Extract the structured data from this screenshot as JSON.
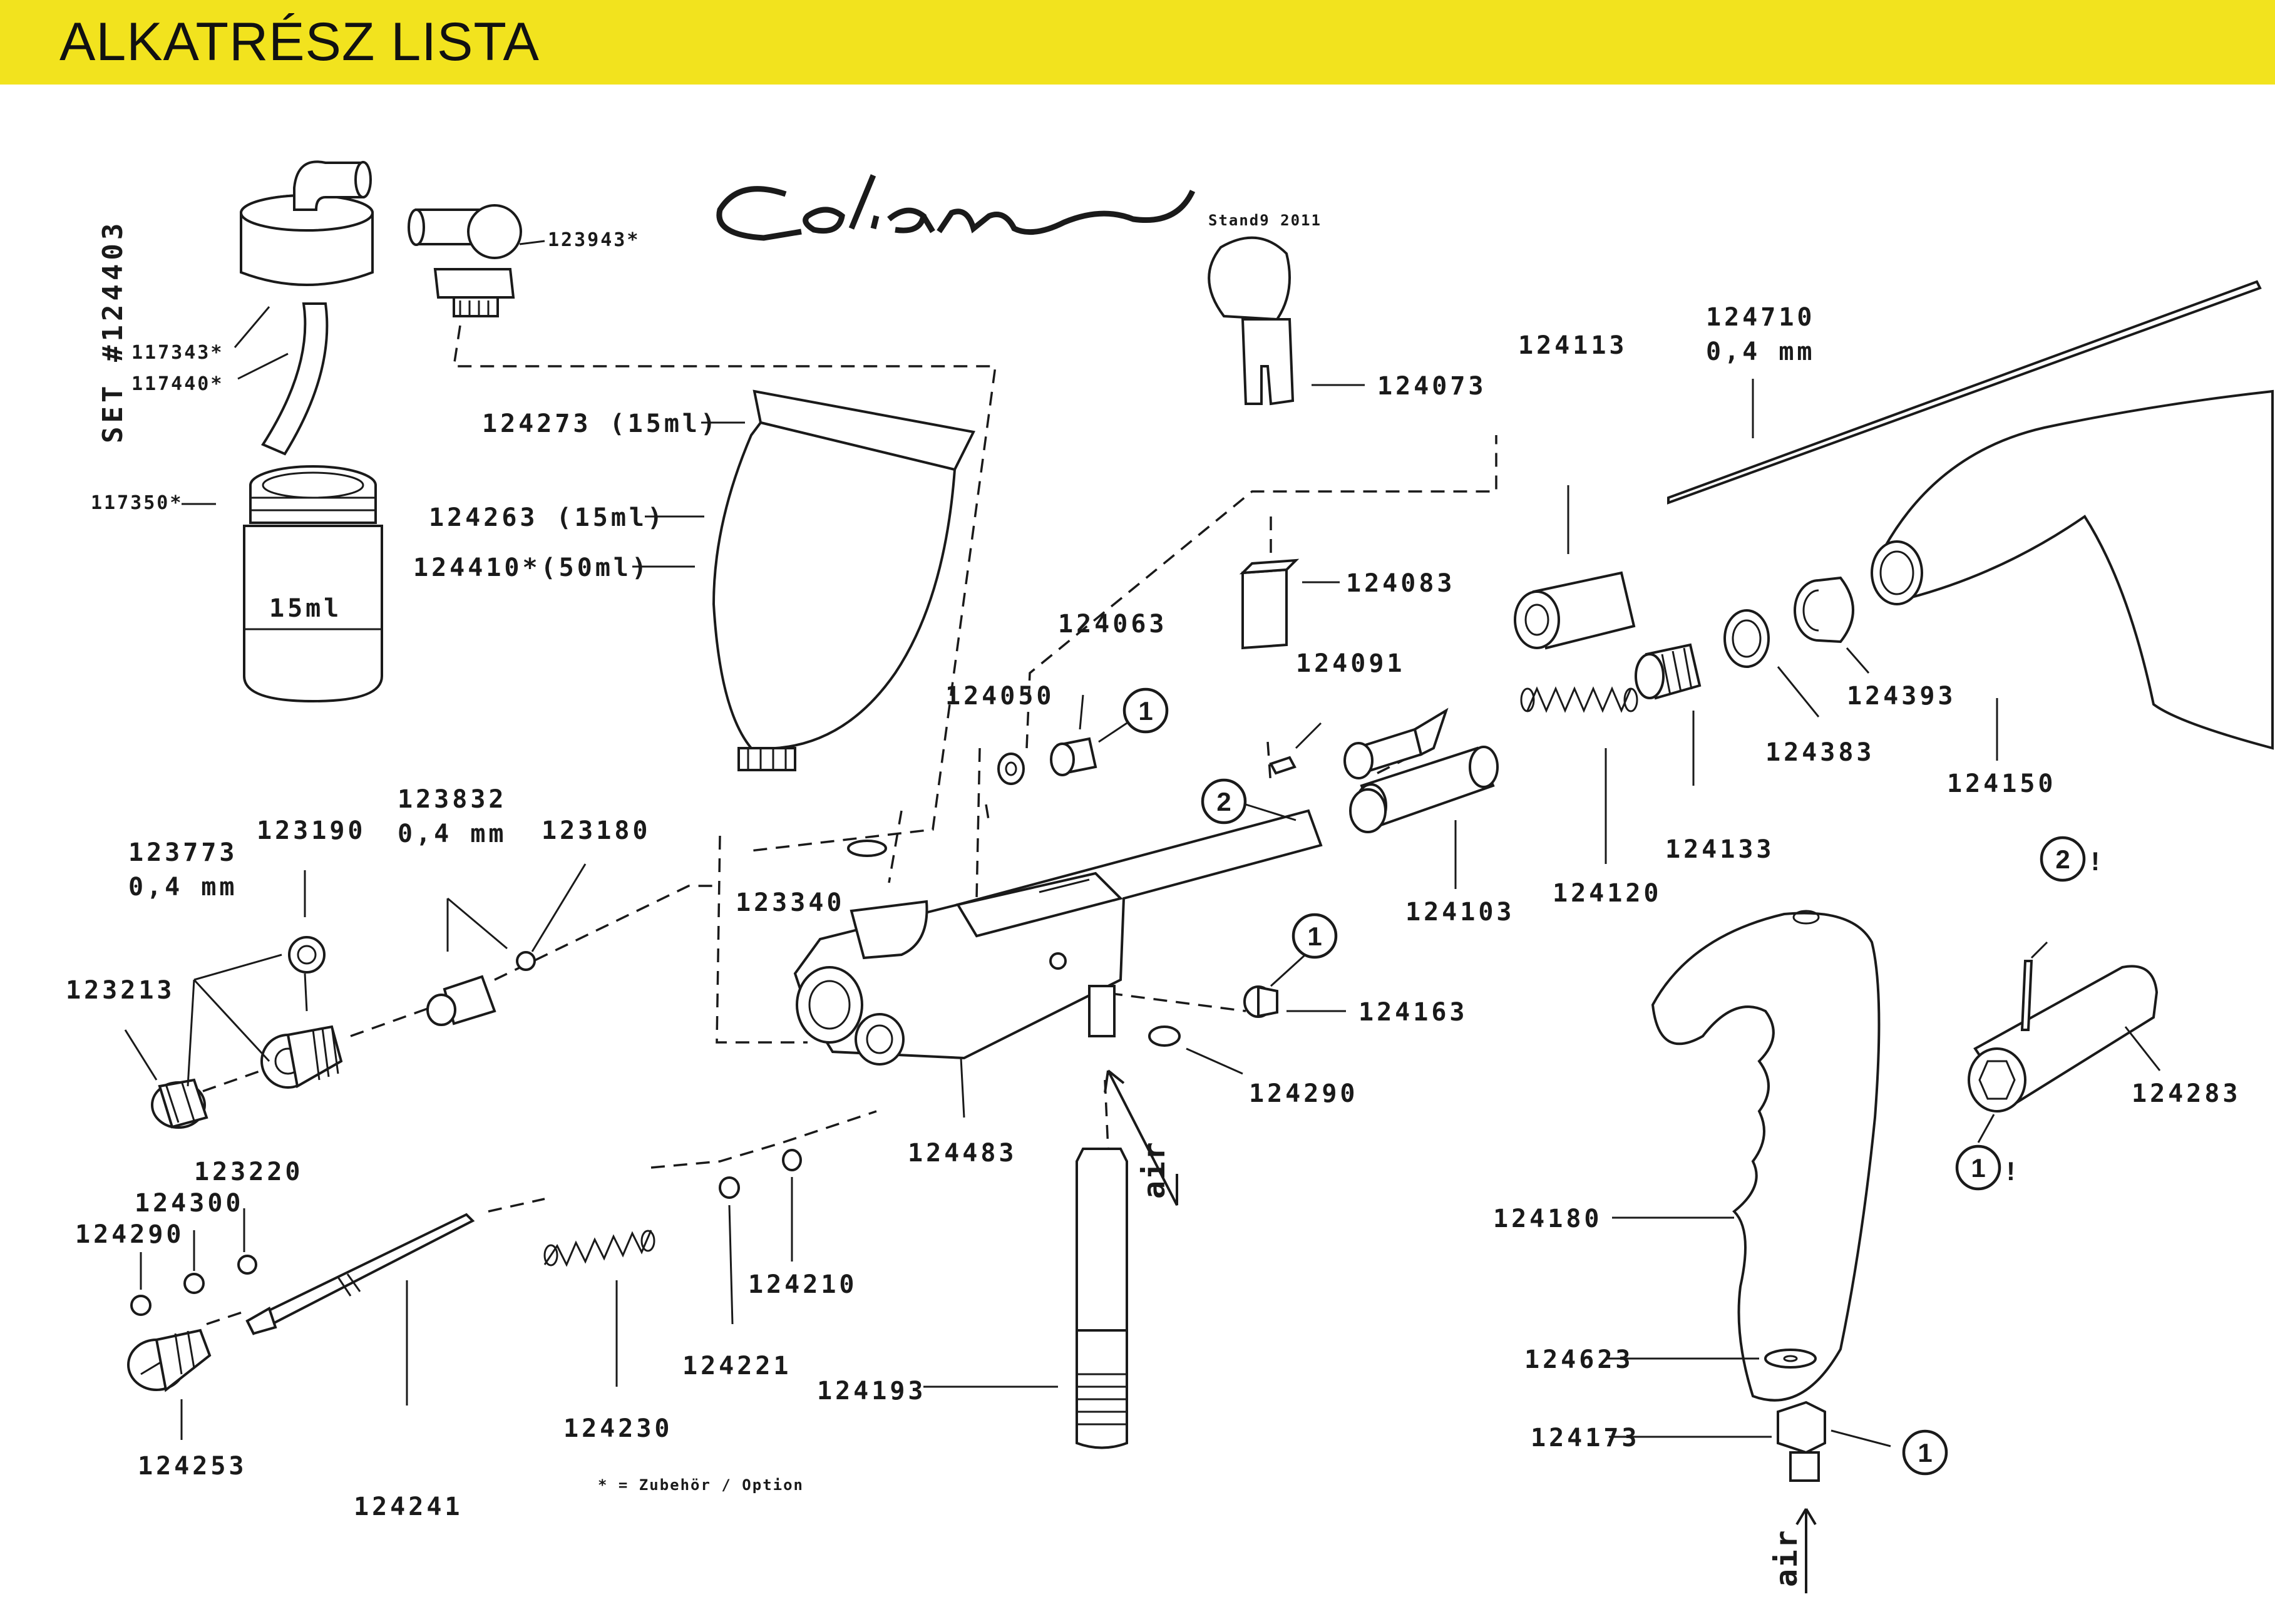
{
  "header": {
    "title": "ALKATRÉSZ LISTA"
  },
  "brand": {
    "logo": "Colani",
    "stand": "Stand9 2011"
  },
  "set_label": "SET #124403",
  "footnote": "* = Zubehör / Option",
  "air_label": "air",
  "jar_label": "15ml",
  "callout": {
    "one": "1",
    "two": "2",
    "excl": "!"
  },
  "parts": {
    "p123943": "123943*",
    "p117343": "117343*",
    "p117440": "117440*",
    "p117350": "117350*",
    "p124273": "124273 (15ml)",
    "p124263": "124263 (15ml)",
    "p124410": "124410*(50ml)",
    "p124073": "124073",
    "p124083": "124083",
    "p124113": "124113",
    "p124710a": "124710",
    "p124710b": "0,4 mm",
    "p124063": "124063",
    "p124050": "124050",
    "p124091": "124091",
    "p124393": "124393",
    "p124383": "124383",
    "p124150": "124150",
    "p124133": "124133",
    "p124120": "124120",
    "p124103": "124103",
    "p123773a": "123773",
    "p123773b": "0,4 mm",
    "p123190": "123190",
    "p123832a": "123832",
    "p123832b": "0,4 mm",
    "p123180": "123180",
    "p123340": "123340",
    "p123213": "123213",
    "p124163": "124163",
    "p124290": "124290",
    "p124483": "124483",
    "p124210": "124210",
    "p124221": "124221",
    "p124230": "124230",
    "p124193": "124193",
    "p124241": "124241",
    "p124253": "124253",
    "p123220": "123220",
    "p124300": "124300",
    "p124290b": "124290",
    "p124283": "124283",
    "p124180": "124180",
    "p124623": "124623",
    "p124173": "124173"
  }
}
